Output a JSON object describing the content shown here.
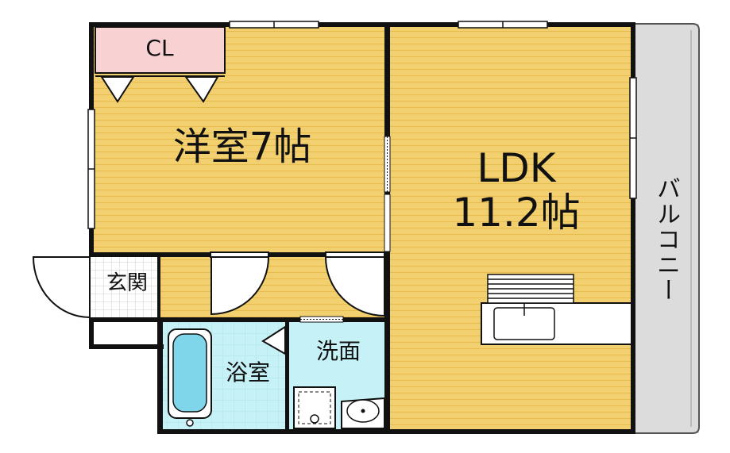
{
  "plan": {
    "rooms": {
      "closet": "CL",
      "western_room": "洋室7帖",
      "ldk_line1": "LDK",
      "ldk_line2": "11.2帖",
      "entrance": "玄関",
      "bathroom": "浴室",
      "washroom": "洗面",
      "balcony": "バルコニー"
    },
    "colors": {
      "floor_wood": "#f2cf6f",
      "floor_stripe": "#e8bf52",
      "closet": "#f8d2d2",
      "bath": "#c6f1f6",
      "tub": "#7fd6ea",
      "balcony": "#dcdcdc",
      "wall": "#111111"
    }
  }
}
